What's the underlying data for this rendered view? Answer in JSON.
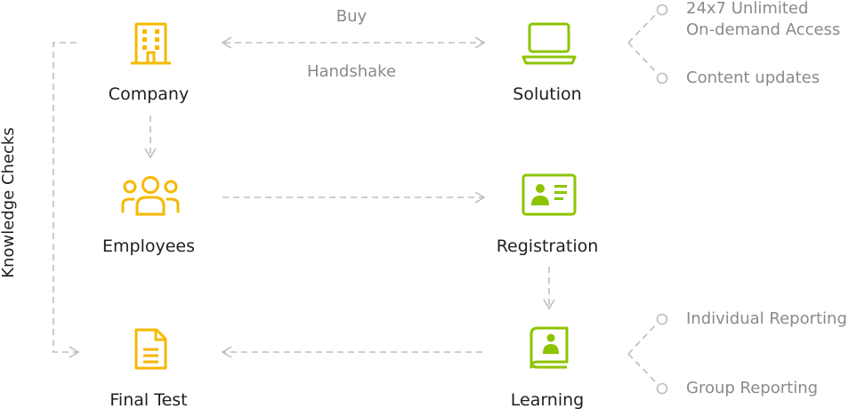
{
  "colors": {
    "yellow": "#F6B800",
    "green": "#8CC400",
    "connector": "#BDBDBD",
    "muted_text": "#8A8A8A",
    "text": "#1F1F1F"
  },
  "nodes": {
    "company": {
      "label": "Company",
      "icon": "building-icon"
    },
    "solution": {
      "label": "Solution",
      "icon": "laptop-icon"
    },
    "employees": {
      "label": "Employees",
      "icon": "people-group-icon"
    },
    "registration": {
      "label": "Registration",
      "icon": "id-card-icon"
    },
    "final_test": {
      "label": "Final Test",
      "icon": "document-icon"
    },
    "learning": {
      "label": "Learning",
      "icon": "book-icon"
    }
  },
  "edges": {
    "buy": "Buy",
    "handshake": "Handshake",
    "knowledge_checks": "Knowledge Checks"
  },
  "solution_features": [
    "24x7 Unlimited",
    "On-demand Access",
    "Content updates"
  ],
  "learning_features": [
    "Individual Reporting",
    "Group Reporting"
  ]
}
